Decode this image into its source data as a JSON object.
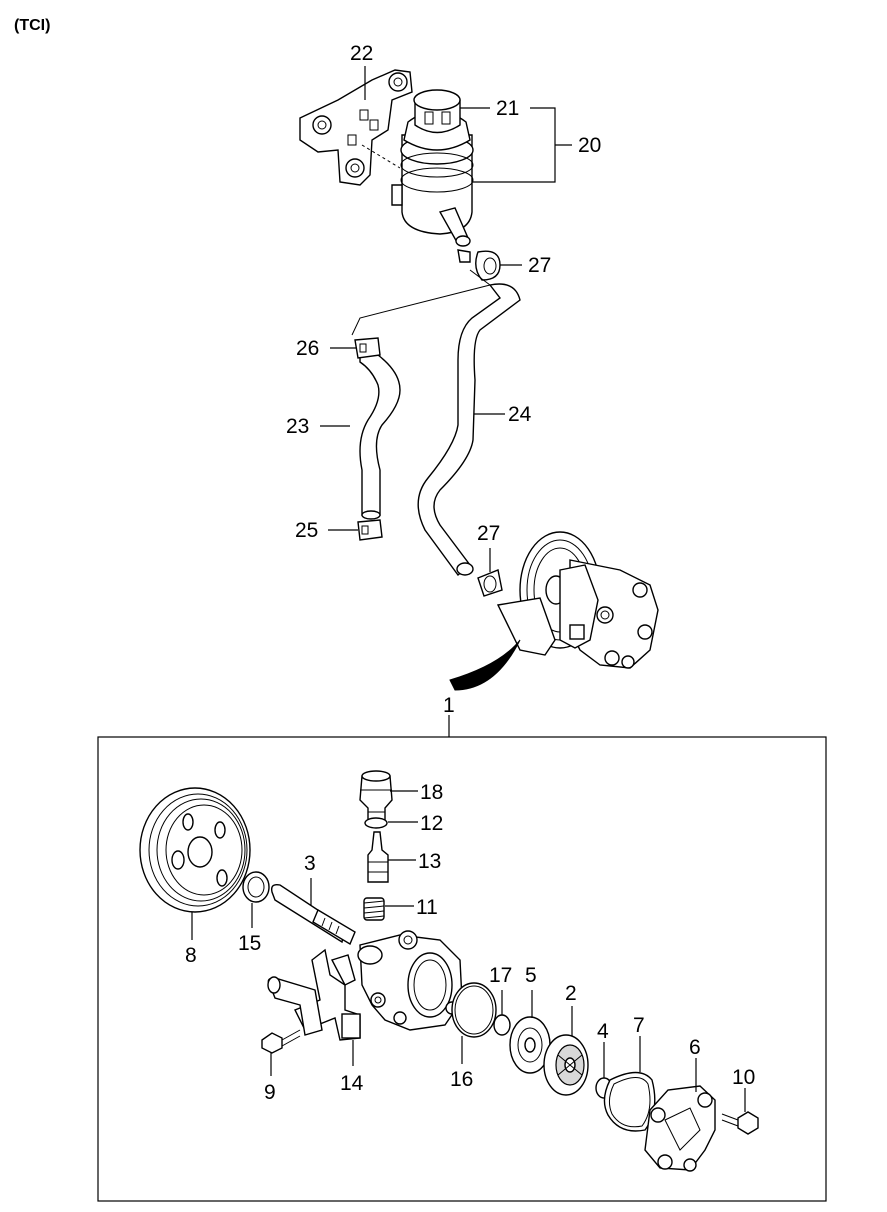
{
  "header": {
    "variant_tag": "(TCI)"
  },
  "callouts": {
    "c1": "1",
    "c2": "2",
    "c3": "3",
    "c4": "4",
    "c5": "5",
    "c6": "6",
    "c7": "7",
    "c8": "8",
    "c9": "9",
    "c10": "10",
    "c11": "11",
    "c12": "12",
    "c13": "13",
    "c14": "14",
    "c15": "15",
    "c16": "16",
    "c17": "17",
    "c18": "18",
    "c20": "20",
    "c21": "21",
    "c22": "22",
    "c23": "23",
    "c24": "24",
    "c25": "25",
    "c26": "26",
    "c27a": "27",
    "c27b": "27"
  },
  "icons": {
    "reservoir": "power-steering-reservoir-icon",
    "pump": "power-steering-pump-icon",
    "pulley": "pulley-icon"
  },
  "colors": {
    "line": "#000000",
    "background": "#ffffff"
  }
}
